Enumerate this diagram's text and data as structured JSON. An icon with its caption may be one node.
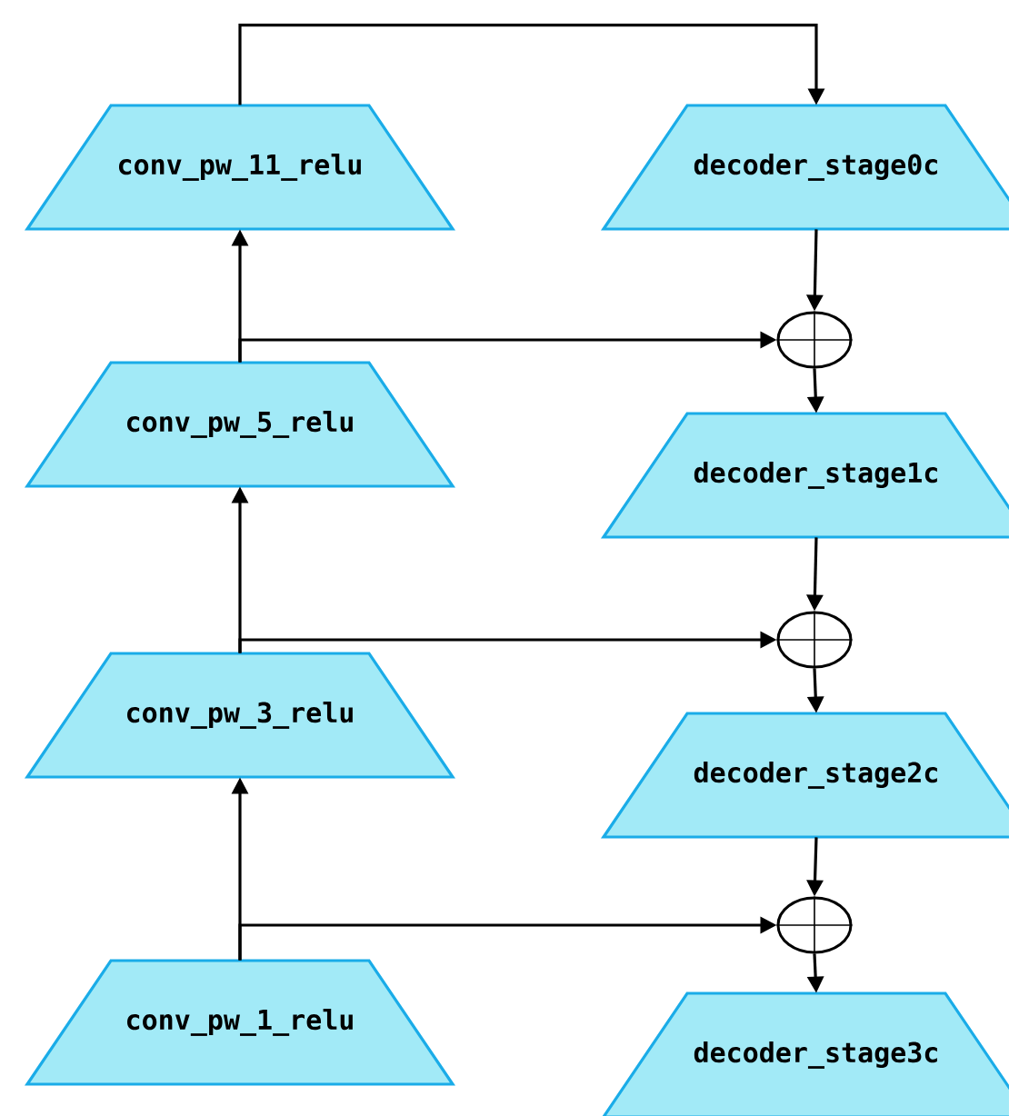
{
  "diagram": {
    "nodes": [
      {
        "text": [
          "conv_pw_11_relu"
        ]
      },
      {
        "text": [
          "decoder_stage0c"
        ]
      },
      {
        "text": [],
        "shape": "circle"
      },
      {
        "text": [
          "conv_pw_5_relu"
        ]
      },
      {
        "text": [
          "decoder_stage1c"
        ]
      },
      {
        "text": [],
        "shape": "circle"
      },
      {
        "text": [
          "conv_pw_3_relu"
        ]
      },
      {
        "text": [
          "decoder_stage2c"
        ]
      },
      {
        "text": [],
        "shape": "circle"
      },
      {
        "text": [
          "conv_pw_1_relu"
        ]
      },
      {
        "text": [
          "decoder_stage3c"
        ]
      }
    ],
    "edges": [
      {
        "from": 0,
        "to": 1,
        "arrow": "to"
      },
      {
        "from": 1,
        "to": 2,
        "arrow": "to"
      },
      {
        "from": 3,
        "to": 0,
        "arrow": "to"
      },
      {
        "from": 3,
        "to": 2,
        "arrow": "to"
      },
      {
        "from": 2,
        "to": 4,
        "arrow": "to"
      },
      {
        "from": 4,
        "to": 5,
        "arrow": "to"
      },
      {
        "from": 6,
        "to": 3,
        "arrow": "to"
      },
      {
        "from": 6,
        "to": 5,
        "arrow": "to"
      },
      {
        "from": 5,
        "to": 7,
        "arrow": "to"
      },
      {
        "from": 7,
        "to": 8,
        "arrow": "to"
      },
      {
        "from": 9,
        "to": 6,
        "arrow": "to"
      },
      {
        "from": 9,
        "to": 8,
        "arrow": "to"
      },
      {
        "from": 8,
        "to": 10,
        "arrow": "to"
      }
    ]
  }
}
